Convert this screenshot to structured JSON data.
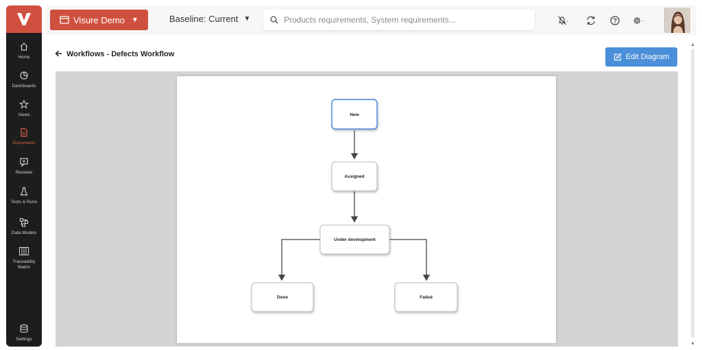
{
  "sidebar": {
    "items": [
      {
        "label": "Home",
        "icon": "home-icon"
      },
      {
        "label": "Dashboards",
        "icon": "pie-chart-icon"
      },
      {
        "label": "Views",
        "icon": "star-icon"
      },
      {
        "label": "Documents",
        "icon": "document-icon",
        "active": true
      },
      {
        "label": "Reviews",
        "icon": "review-icon"
      },
      {
        "label": "Tests & Runs",
        "icon": "flask-icon"
      },
      {
        "label": "Data Models",
        "icon": "data-model-icon"
      },
      {
        "label": "Traceability Matrix",
        "icon": "matrix-icon"
      },
      {
        "label": "Settings",
        "icon": "database-icon"
      }
    ]
  },
  "topbar": {
    "project_label": "Visure Demo",
    "baseline_label": "Baseline: Current",
    "search_placeholder": "Products requirements, System requirements..."
  },
  "page": {
    "title": "Workflows - Defects Workflow",
    "edit_button": "Edit Diagram"
  },
  "diagram": {
    "nodes": {
      "new": "New",
      "assigned": "Assigned",
      "under_development": "Under development",
      "done": "Done",
      "failed": "Failed"
    }
  },
  "colors": {
    "brand": "#d0503f",
    "accent": "#4a8fd8",
    "sidebar": "#1d1d1d",
    "selected_node_border": "#4a7fd8"
  }
}
